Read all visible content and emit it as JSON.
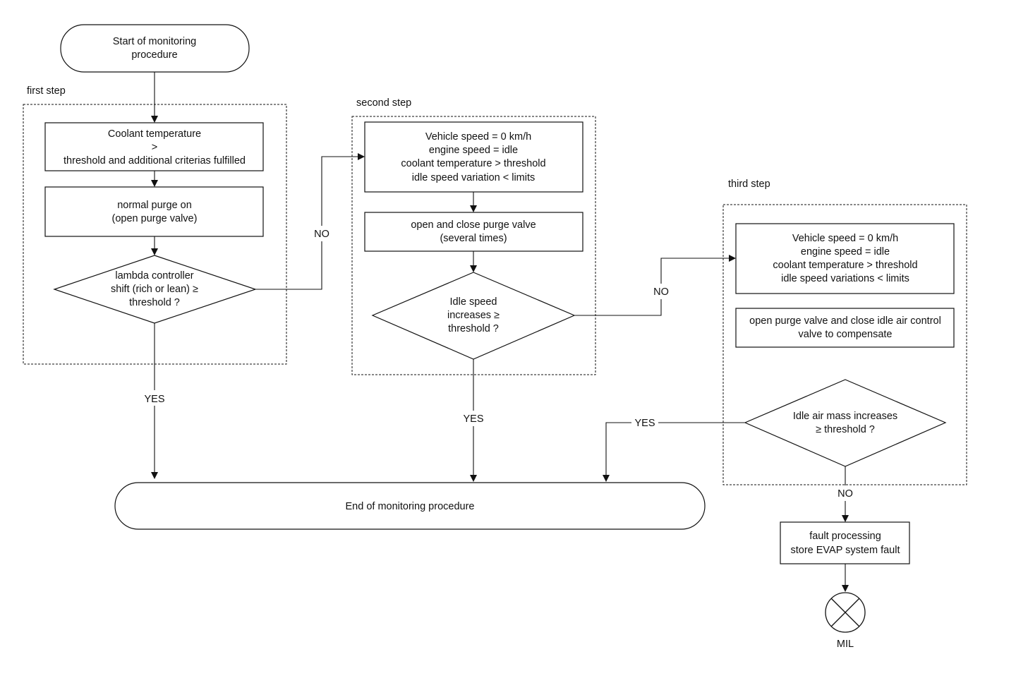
{
  "start": {
    "lines": [
      "Start of monitoring",
      "procedure"
    ]
  },
  "end": {
    "label": "End of monitoring procedure"
  },
  "steps": {
    "first": {
      "label": "first step",
      "coolant_box": [
        "Coolant temperature",
        ">",
        "threshold and additional criterias fulfilled"
      ],
      "purge_box": [
        "normal purge on",
        "(open purge valve)"
      ],
      "decision": [
        "lambda controller",
        "shift (rich or lean) ≥",
        "threshold ?"
      ]
    },
    "second": {
      "label": "second step",
      "conditions_box": [
        "Vehicle speed = 0 km/h",
        "engine speed = idle",
        "coolant temperature > threshold",
        "idle speed variation < limits"
      ],
      "purge_box": [
        "open and close purge valve",
        "(several times)"
      ],
      "decision": [
        "Idle speed",
        "increases ≥",
        "threshold ?"
      ]
    },
    "third": {
      "label": "third step",
      "conditions_box": [
        "Vehicle speed = 0 km/h",
        "engine speed = idle",
        "coolant temperature > threshold",
        "idle speed variations < limits"
      ],
      "purge_box": [
        "open purge valve and close idle air control",
        "valve to compensate"
      ],
      "decision": [
        "Idle air mass increases",
        "≥ threshold ?"
      ]
    }
  },
  "edge_labels": {
    "no_1": "NO",
    "yes_1": "YES",
    "no_2": "NO",
    "yes_2": "YES",
    "yes_3": "YES",
    "no_3": "NO"
  },
  "fault_box": [
    "fault processing",
    "store EVAP system fault"
  ],
  "mil": {
    "label": "MIL",
    "icon": "lamp-cross-icon"
  }
}
